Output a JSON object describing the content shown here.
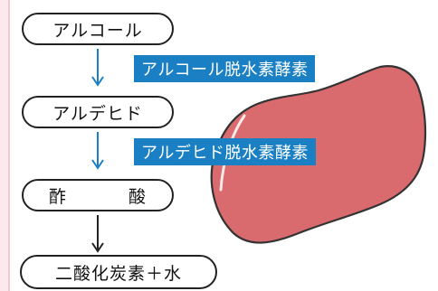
{
  "steps": {
    "alcohol": "アルコール",
    "aldehyde": "アルデヒド",
    "acid_1": "酢",
    "acid_2": "酸",
    "final": "二酸化炭素＋水"
  },
  "enzymes": {
    "first": "アルコール脱水素酵素",
    "second": "アルデヒド脱水素酵素"
  },
  "colors": {
    "enzyme_label_bg": "#1b80c3",
    "arrow_blue": "#1b80c3",
    "liver": "#d96a6d",
    "liver_outline": "#333333"
  },
  "icons": {
    "liver": "liver-illustration"
  }
}
